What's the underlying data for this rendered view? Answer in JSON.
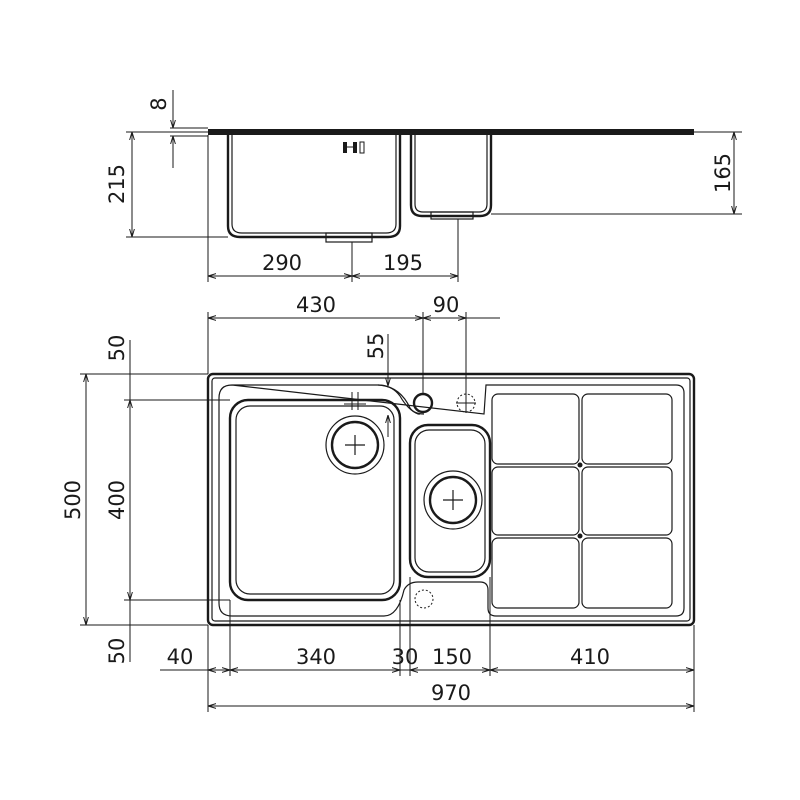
{
  "side_view": {
    "dims": {
      "rim_thickness": "8",
      "main_bowl_depth": "215",
      "small_bowl_depth": "165",
      "main_bowl_width": "290",
      "small_bowl_offset": "195"
    }
  },
  "top_view": {
    "dims": {
      "overall_width": "970",
      "overall_depth": "500",
      "bowl_depth": "400",
      "front_margin": "50",
      "back_margin": "50",
      "left_margin": "40",
      "main_bowl_width": "340",
      "bowl_gap": "30",
      "small_bowl_width": "150",
      "drainer_width": "410",
      "tap_hole_offset": "430",
      "tap_hole_spacing": "90",
      "overflow_offset": "55"
    }
  },
  "colors": {
    "line": "#1a1a1a",
    "background": "#ffffff"
  }
}
